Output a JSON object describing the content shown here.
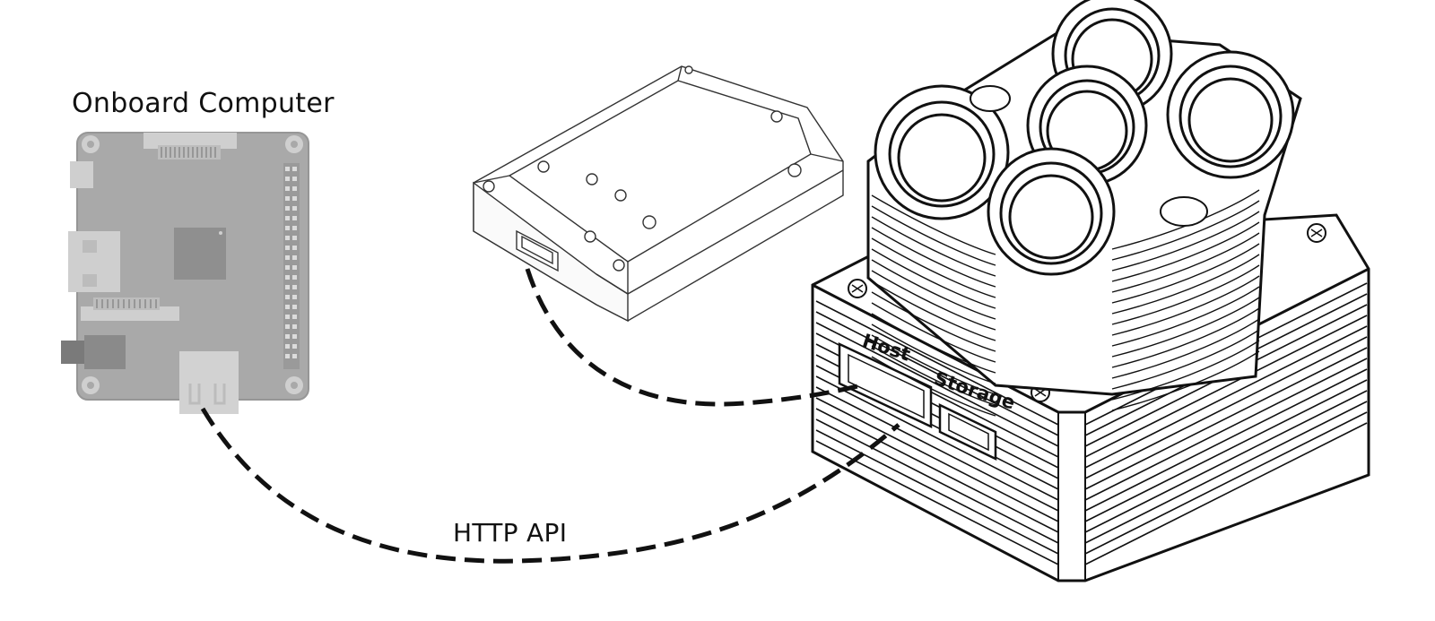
{
  "labels": {
    "onboard_computer": "Onboard Computer",
    "http_api": "HTTP API",
    "host_port": "Host",
    "storage_port": "Storage"
  },
  "colors": {
    "board_fill": "#a8a8a8",
    "board_edge": "#8e8e8e",
    "connector_fill": "#d0d0d0",
    "line": "#111111",
    "outline": "#222222"
  }
}
